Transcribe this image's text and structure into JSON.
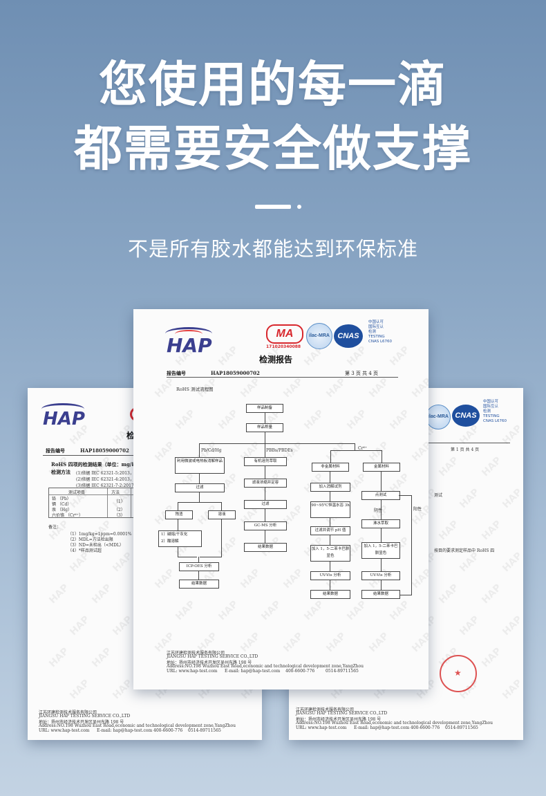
{
  "hero": {
    "line1": "您使用的每一滴",
    "line2": "都需要安全做支撑",
    "subtitle": "不是所有胶水都能达到环保标准"
  },
  "certificate": {
    "lab_logo": "HAP",
    "cma_mark": "MA",
    "cma_number": "171020340088",
    "ilac_mark": "ilac-MRA",
    "cnas_mark": "CNAS",
    "cnas_caption": "中国认可\n国际互认\n检测\nTESTING\nCNAS L6760",
    "report_title": "检测报告",
    "report_no_label": "报告编号",
    "report_no": "HAP18059000702",
    "page_center": "第 3 页    共 4 页",
    "page_right": "第 1 页    共 4 页",
    "flow_title": "RoHS 测试流程图",
    "footer_cn": "江苏环建检测技术服务有限公司",
    "footer_en": "JIANGSU HAP TESTING SERVICE CO.,LTD",
    "footer_addr": "地址：扬州市经济技术开发区吴州东路 198 号",
    "footer_addr_en": "Address:NO.198 Wuzhou East Road,economic and technological development zone,YangZhou",
    "footer_url": "URL: www.hap-test.com",
    "footer_email": "E-mail: hap@hap-test.com",
    "footer_tel": "400-6600-776",
    "footer_fax": "0514-89711565"
  },
  "flow": {
    "prep": "样品制备",
    "weigh": "样品称量",
    "b1": "Pb/Cd/Hg",
    "b2": "PBBs/PBDEs",
    "b3": "Cr⁶⁺",
    "b1a": "利用微波或电热板消解样品",
    "b2a": "有机溶剂萃取",
    "b3a": "非金属材料",
    "b3b": "金属材料",
    "filter": "过滤",
    "soxhlet": "滤液浓缩并定容",
    "residue": "残渣",
    "liquid": "溶液",
    "alkali": "1）碱熔/干灰化\n2）酸溶解",
    "icp": "ICP-OES 分析",
    "result": "结果数据",
    "gcms": "GC-MS 分析",
    "filter2": "过滤",
    "result2": "结果数据",
    "addsol": "加入消解试剂",
    "heat": "90~95℃恒温水浴 3h",
    "ph": "过滤并调节 pH 值",
    "color": "加入 1，5-二苯卡巴肼显色",
    "uv": "UV-Vis 分析",
    "result3": "结果数据",
    "spot": "点测试",
    "pos": "阳性",
    "neg": "阴性",
    "boil": "沸水萃取",
    "color2": "加入 1，5-二苯卡巴肼显色",
    "uv2": "UV-Vis 分析",
    "result4": "结果数据"
  },
  "left_page": {
    "report_no_label": "报告编号",
    "report_no": "HAP18059000702",
    "results_title": "RoHS 四项的检测结果（单位：mg/kg）",
    "method_label": "检测方法",
    "m1": "(1)依据 IEC 62321-5:2013，采",
    "m2": "(2)依据 IEC 62321-4:2013，采",
    "m3": "(3)依据 IEC 62321-7-2:2017，",
    "col1": "测试项目",
    "col2": "方法",
    "rows": [
      "铅    （Pb）",
      "镉    （Cd）",
      "汞    （Hg）",
      "六价铬  （Cr⁶⁺）"
    ],
    "methods": [
      "（1）",
      "（2）",
      "（3）"
    ],
    "note_label": "备注：",
    "notes": [
      "（1）1mg/kg=1ppm=0.0001%",
      "（2）MDL=方法检出限",
      "（3）ND=未检出（<MDL）",
      "（4）*样品测试超"
    ]
  },
  "right_page": {
    "side1": "测试",
    "side2": "按目的要求测定样品中 RoHS 四"
  }
}
